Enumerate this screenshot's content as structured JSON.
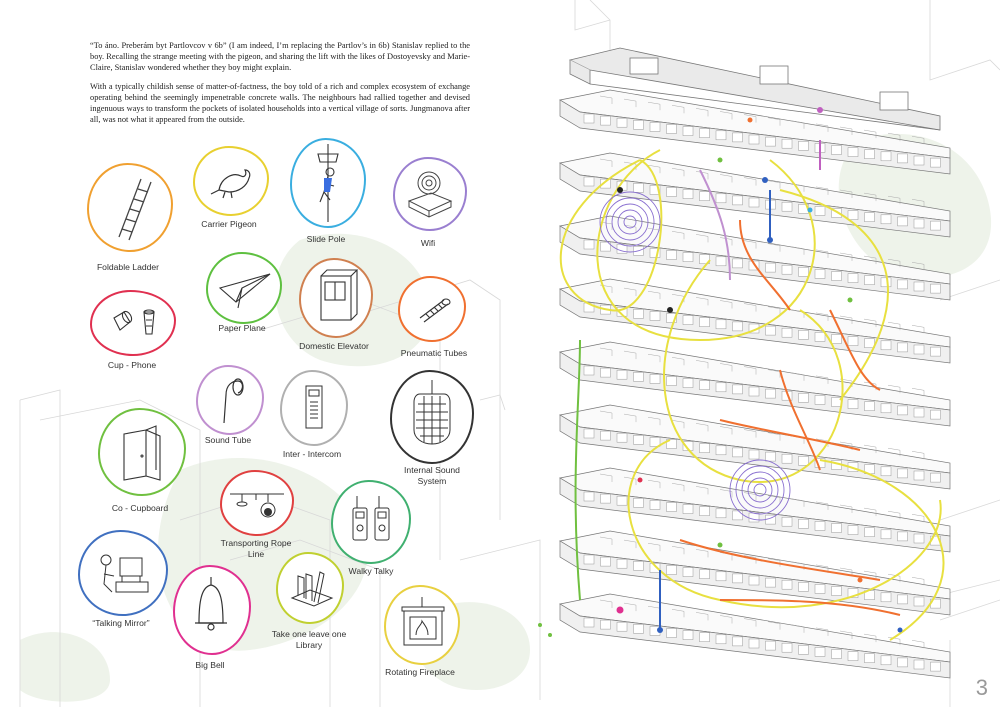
{
  "intro": {
    "paragraph1": "“To áno. Preberám byt Partlovcov v 6b” (I am indeed, I’m replacing the Partlov’s in 6b) Stanislav replied to the boy. Recalling the strange meeting with the pigeon, and sharing the lift with the likes of Dostoyevsky and Marie-Claire, Stanislav wondered whether they boy might explain.",
    "paragraph2": "With a typically childish sense of matter-of-factness, the boy told of a rich and complex ecosystem of exchange operating behind the seemingly impenetrable concrete walls. The neighbours had rallied together and devised ingenuous ways to transform the pockets of isolated households into a vertical village of sorts. Jungmanova after all, was not what it appeared from the outside."
  },
  "items": [
    {
      "key": "ladder",
      "label": "Foldable Ladder",
      "color": "#f0a030",
      "icon": "ladder-icon"
    },
    {
      "key": "pigeon",
      "label": "Carrier Pigeon",
      "color": "#e8d030",
      "icon": "pigeon-icon"
    },
    {
      "key": "slide",
      "label": "Slide Pole",
      "color": "#3aaee0",
      "icon": "slide-pole-icon"
    },
    {
      "key": "wifi",
      "label": "Wifi",
      "color": "#9a7fd0",
      "icon": "wifi-icon"
    },
    {
      "key": "plane",
      "label": "Paper Plane",
      "color": "#5ec040",
      "icon": "paper-plane-icon"
    },
    {
      "key": "elevator",
      "label": "Domestic Elevator",
      "color": "#d08050",
      "icon": "elevator-icon"
    },
    {
      "key": "tubes",
      "label": "Pneumatic Tubes",
      "color": "#f07030",
      "icon": "pneumatic-tube-icon"
    },
    {
      "key": "cup",
      "label": "Cup - Phone",
      "color": "#e03050",
      "icon": "cup-phone-icon"
    },
    {
      "key": "soundtube",
      "label": "Sound Tube",
      "color": "#c090d0",
      "icon": "sound-tube-icon"
    },
    {
      "key": "intercom",
      "label": "Inter - Intercom",
      "color": "#b0b0b0",
      "icon": "intercom-icon"
    },
    {
      "key": "sound",
      "label": "Internal Sound System",
      "color": "#333333",
      "icon": "microphone-icon"
    },
    {
      "key": "cupboard",
      "label": "Co - Cupboard",
      "color": "#70c040",
      "icon": "cupboard-icon"
    },
    {
      "key": "rope",
      "label": "Transporting Rope Line",
      "color": "#e04040",
      "icon": "rope-line-icon"
    },
    {
      "key": "walky",
      "label": "Walky Talky",
      "color": "#40b070",
      "icon": "walkie-talkie-icon"
    },
    {
      "key": "mirror",
      "label": "“Talking Mirror”",
      "color": "#4070c0",
      "icon": "talking-mirror-icon"
    },
    {
      "key": "bell",
      "label": "Big Bell",
      "color": "#e03090",
      "icon": "bell-icon"
    },
    {
      "key": "library",
      "label": "Take one leave one Library",
      "color": "#c0d030",
      "icon": "library-icon"
    },
    {
      "key": "fireplace",
      "label": "Rotating Fireplace",
      "color": "#e8d040",
      "icon": "fireplace-icon"
    }
  ],
  "labels": {
    "ladder": "Foldable Ladder",
    "pigeon": "Carrier Pigeon",
    "slide": "Slide Pole",
    "wifi": "Wifi",
    "plane": "Paper Plane",
    "elevator": "Domestic Elevator",
    "tubes": "Pneumatic Tubes",
    "cup": "Cup - Phone",
    "soundtube": "Sound Tube",
    "intercom": "Inter - Intercom",
    "sound_1": "Internal Sound",
    "sound_2": "System",
    "cupboard": "Co - Cupboard",
    "rope_1": "Transporting Rope",
    "rope_2": "Line",
    "walky": "Walky Talky",
    "mirror": "“Talking Mirror”",
    "bell": "Big Bell",
    "library_1": "Take one leave one",
    "library_2": "Library",
    "fireplace": "Rotating Fireplace"
  },
  "page_number": "3"
}
